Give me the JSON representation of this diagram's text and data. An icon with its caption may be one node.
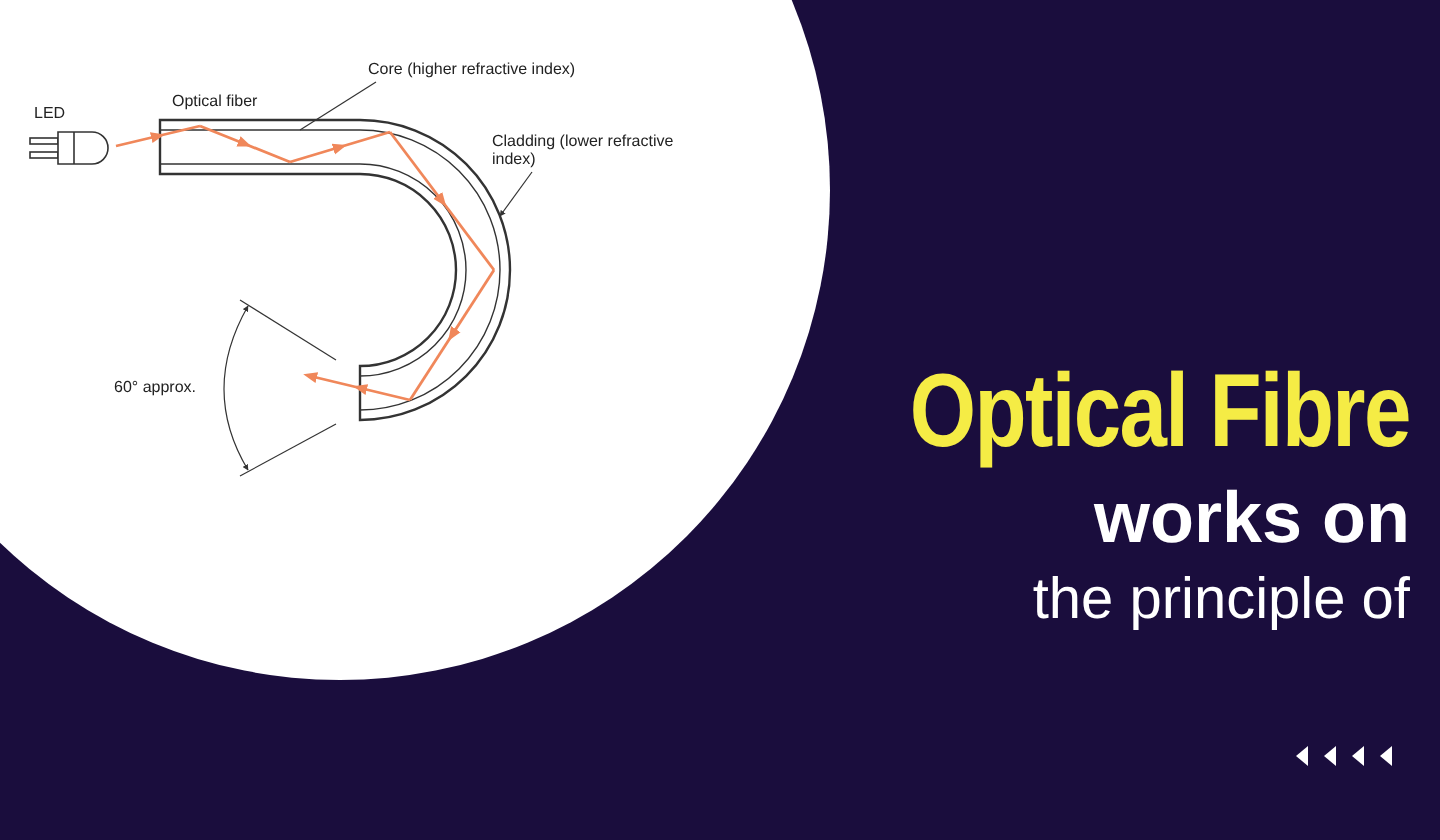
{
  "diagram": {
    "title": "Optical Fibre",
    "nodes": [
      {
        "text": [
          "Core (higher refractive index)"
        ]
      },
      {
        "text": [],
        "shape": "box"
      },
      {
        "text": [
          "Cladding (lower refractive index)"
        ]
      },
      {
        "text": [],
        "shape": "box"
      }
    ],
    "edges": [
      {
        "from": 0,
        "to": 1,
        "arrow": "none"
      },
      {
        "from": 2,
        "to": 3,
        "arrow": "to"
      }
    ],
    "labels": [
      "LED",
      "Optical fiber",
      "60° approx.",
      "works on",
      "the principle of"
    ]
  }
}
